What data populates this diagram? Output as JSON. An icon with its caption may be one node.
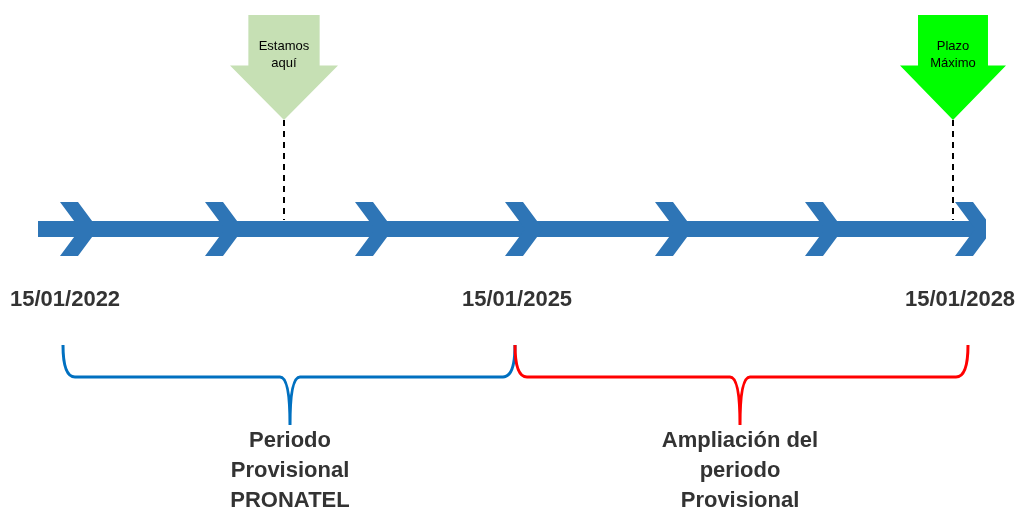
{
  "diagram": {
    "nodes": [
      {
        "text": [
          "Estamos aquí"
        ]
      },
      {
        "text": [
          "Plazo Máximo"
        ]
      },
      {
        "text": [],
        "shape": "bar"
      }
    ],
    "edges": [
      {
        "from": 0,
        "to": 2,
        "arrow": "none",
        "style": "dashed"
      },
      {
        "from": 1,
        "to": 2,
        "arrow": "none",
        "style": "dashed"
      }
    ],
    "labels": [
      "15/01/2022",
      "15/01/2025",
      "15/01/2028",
      "Periodo Provisional PRONATEL",
      "Ampliación del periodo Provisional"
    ]
  }
}
